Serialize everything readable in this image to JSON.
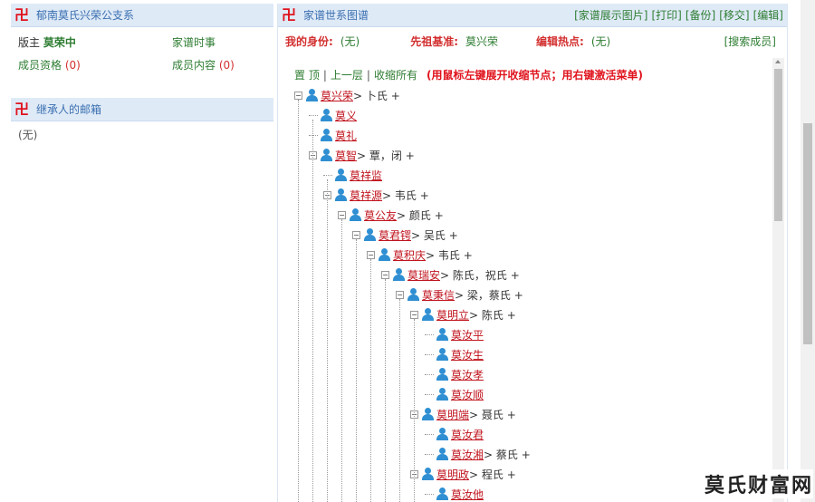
{
  "left": {
    "branch_panel": {
      "icon": "卍",
      "title": "郁南莫氏兴荣公支系",
      "owner_label": "版主",
      "owner_name": "莫荣中",
      "events_link": "家谱时事",
      "member_qual_label": "成员资格",
      "member_qual_count": "(0)",
      "member_content_label": "成员内容",
      "member_content_count": "(0)"
    },
    "email_panel": {
      "icon": "卍",
      "title": "继承人的邮箱",
      "value": "(无)"
    }
  },
  "right": {
    "icon": "卍",
    "title": "家谱世系图谱",
    "links": [
      "[家谱展示图片]",
      "[打印]",
      "[备份]",
      "[移交]",
      "[编辑]"
    ],
    "status": {
      "identity_label": "我的身份:",
      "identity_value": "(无)",
      "ancestor_label": "先祖基准:",
      "ancestor_value": "莫兴荣",
      "hotspot_label": "编辑热点:",
      "hotspot_value": "(无)",
      "search_link": "[搜索成员]"
    },
    "tree_nav": {
      "top": "置 顶",
      "sep1": "|",
      "up": "上一层",
      "sep2": "|",
      "collapse": "收缩所有",
      "hint": "(用鼠标左键展开收缩节点；用右键激活菜单)"
    },
    "tree": [
      {
        "name": "莫兴荣",
        "spouse": "> 卜氏 +",
        "toggle": "−"
      },
      {
        "name": "莫义",
        "spouse": "",
        "toggle": ""
      },
      {
        "name": "莫礼",
        "spouse": "",
        "toggle": ""
      },
      {
        "name": "莫智",
        "spouse": "> 覃，闭 +",
        "toggle": "−"
      },
      {
        "name": "莫祥监",
        "spouse": "",
        "toggle": ""
      },
      {
        "name": "莫祥源",
        "spouse": "> 韦氏 +",
        "toggle": "−"
      },
      {
        "name": "莫公友",
        "spouse": "> 颜氏 +",
        "toggle": "−"
      },
      {
        "name": "莫君锷",
        "spouse": "> 吴氏 +",
        "toggle": "−"
      },
      {
        "name": "莫积庆",
        "spouse": "> 韦氏 +",
        "toggle": "−"
      },
      {
        "name": "莫瑞安",
        "spouse": "> 陈氏，祝氏 +",
        "toggle": "−"
      },
      {
        "name": "莫秉信",
        "spouse": "> 梁，蔡氏 +",
        "toggle": "−"
      },
      {
        "name": "莫明立",
        "spouse": "> 陈氏 +",
        "toggle": "−"
      },
      {
        "name": "莫汝平",
        "spouse": "",
        "toggle": ""
      },
      {
        "name": "莫汝生",
        "spouse": "",
        "toggle": ""
      },
      {
        "name": "莫汝孝",
        "spouse": "",
        "toggle": ""
      },
      {
        "name": "莫汝顺",
        "spouse": "",
        "toggle": ""
      },
      {
        "name": "莫明端",
        "spouse": "> 聂氏 +",
        "toggle": "−"
      },
      {
        "name": "莫汝君",
        "spouse": "",
        "toggle": ""
      },
      {
        "name": "莫汝湘",
        "spouse": "> 蔡氏 +",
        "toggle": ""
      },
      {
        "name": "莫明政",
        "spouse": "> 程氏 +",
        "toggle": "−"
      },
      {
        "name": "莫汝他",
        "spouse": "",
        "toggle": ""
      }
    ]
  },
  "watermark": "莫氏财富网"
}
